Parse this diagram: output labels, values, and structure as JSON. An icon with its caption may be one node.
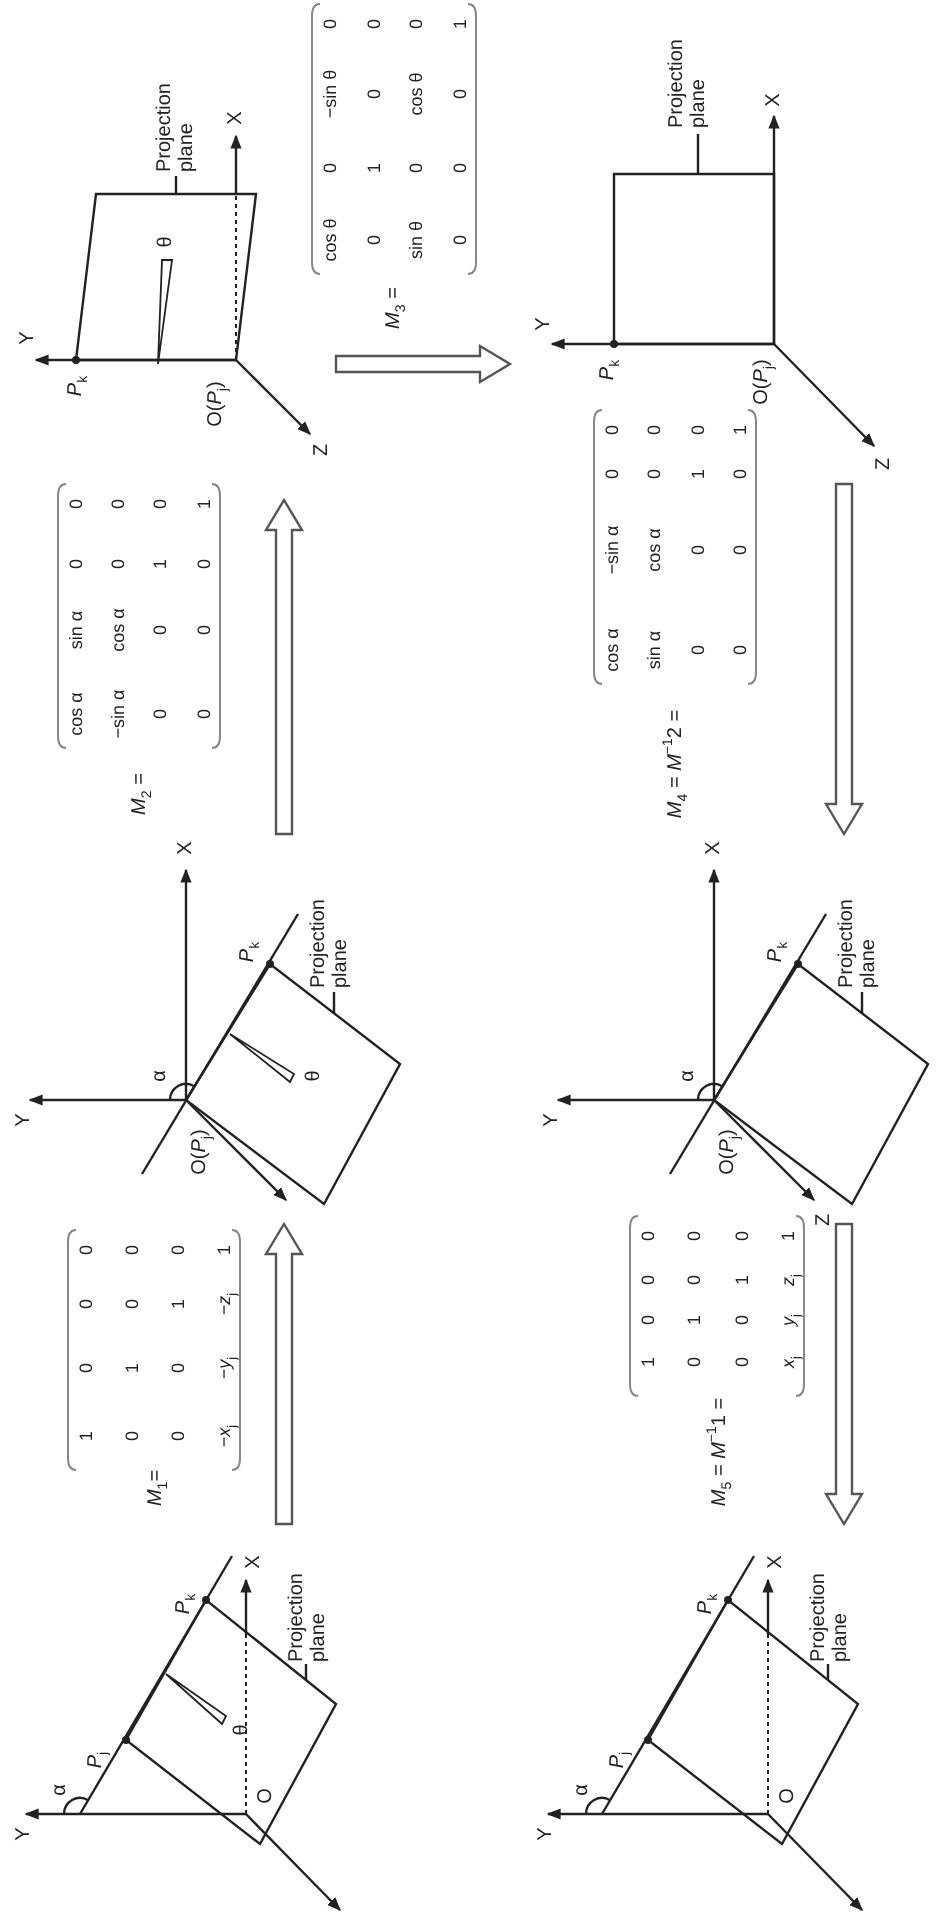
{
  "diagram": {
    "nodes": [
      {
        "text": [
          "Y",
          "α",
          "*P*$_{j}$",
          "*P*$_{k}$",
          "X",
          "θ",
          "O",
          "Projection plane"
        ]
      },
      {
        "text": [
          "Y",
          "α",
          "*P*$_{k}$",
          "X",
          "θ",
          "O(*P*$_{j}$)",
          "Projection plane"
        ]
      },
      {
        "text": [
          "Y",
          "*P*$_{k}$",
          "θ",
          "X",
          "O(*P*$_{j}$)",
          "Projection plane",
          "Z"
        ]
      },
      {
        "text": [
          "Y",
          "*P*$_{k}$",
          "X",
          "O(*P*$_{j}$)",
          "Projection plane",
          "Z"
        ]
      },
      {
        "text": [
          "Y",
          "α",
          "*P*$_{k}$",
          "X",
          "O(*P*$_{j}$)",
          "Projection plane",
          "Z"
        ]
      },
      {
        "text": [
          "Y",
          "α",
          "*P*$_{j}$",
          "*P*$_{k}$",
          "X",
          "O",
          "Projection plane"
        ]
      }
    ],
    "edges": [
      {
        "from": 0,
        "to": 1,
        "arrow": "to",
        "style": "thick"
      },
      {
        "from": 1,
        "to": 2,
        "arrow": "to",
        "style": "thick"
      },
      {
        "from": 2,
        "to": 3,
        "arrow": "to",
        "style": "thick"
      },
      {
        "from": 3,
        "to": 4,
        "arrow": "to",
        "style": "thick"
      },
      {
        "from": 4,
        "to": 5,
        "arrow": "to",
        "style": "thick"
      }
    ],
    "labels": [
      "*M*$_{1}$=",
      "1",
      "0",
      "0",
      "0",
      "0",
      "1",
      "0",
      "0",
      "0",
      "0",
      "1",
      "0",
      "−*x*$_{j}$",
      "−*y*$_{j}$",
      "−*z*$_{j}$",
      "1",
      "*M*$_{2}$ =",
      "cos α",
      "sin α",
      "0",
      "0",
      "−sin α",
      "cos α",
      "0",
      "0",
      "0",
      "0",
      "1",
      "0",
      "0",
      "0",
      "0",
      "1",
      "*M*$_{3}$ =",
      "cos θ",
      "0",
      "−sin θ",
      "0",
      "0",
      "1",
      "0",
      "0",
      "sin θ",
      "0",
      "cos θ",
      "0",
      "0",
      "0",
      "0",
      "1",
      "*M*$_{4}$ = *M*$^{−1}$2 =",
      "cos α",
      "−sin α",
      "0",
      "0",
      "sin α",
      "cos α",
      "0",
      "0",
      "0",
      "0",
      "1",
      "0",
      "0",
      "0",
      "0",
      "1",
      "*M*$_{5}$ = *M*$^{−1}$1 =",
      "1",
      "0",
      "0",
      "0",
      "0",
      "1",
      "0",
      "0",
      "0",
      "0",
      "1",
      "0",
      "*x*$_{j}$",
      "*y*$_{j}$",
      "*z*$_{j}$",
      "1"
    ]
  }
}
